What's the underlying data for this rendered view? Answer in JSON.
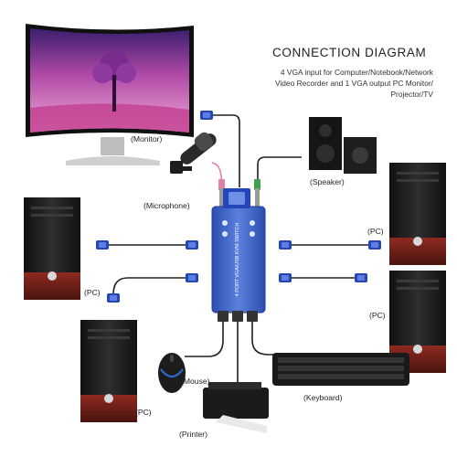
{
  "header": {
    "title": "CONNECTION DIAGRAM",
    "lines": [
      "4 VGA input for Computer/Notebook/Network",
      "Video Recorder and 1 VGA output PC Monitor/",
      "Projector/TV"
    ]
  },
  "labels": {
    "monitor": "(Monitor)",
    "microphone": "(Microphone)",
    "speaker": "(Speaker)",
    "pc": "(PC)",
    "mouse": "(Mouse)",
    "keyboard": "(Keyboard)",
    "printer": "(Printer)"
  },
  "switch_text": "4 PORT VGA/USB KVM SWITCH",
  "colors": {
    "switch_body": "#3d63c8",
    "vga_connector": "#2446b8",
    "cable": "#202020",
    "pc_case": "#1a1a1a",
    "pc_base": "#7a1f17",
    "audio_green": "#3fa34d",
    "audio_pink": "#e07fa8"
  }
}
